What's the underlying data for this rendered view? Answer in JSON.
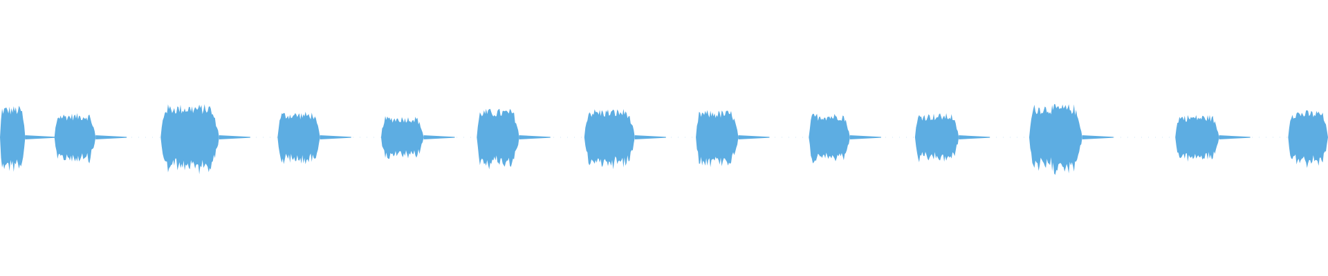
{
  "waveform": {
    "color": "#5dade2",
    "background": "#ffffff",
    "segments": [
      {
        "start": 0.0,
        "end": 0.019,
        "amplitude": 0.21
      },
      {
        "start": 0.041,
        "end": 0.072,
        "amplitude": 0.16
      },
      {
        "start": 0.121,
        "end": 0.165,
        "amplitude": 0.22
      },
      {
        "start": 0.209,
        "end": 0.241,
        "amplitude": 0.17
      },
      {
        "start": 0.287,
        "end": 0.319,
        "amplitude": 0.14
      },
      {
        "start": 0.359,
        "end": 0.391,
        "amplitude": 0.19
      },
      {
        "start": 0.44,
        "end": 0.478,
        "amplitude": 0.19
      },
      {
        "start": 0.524,
        "end": 0.556,
        "amplitude": 0.18
      },
      {
        "start": 0.609,
        "end": 0.64,
        "amplitude": 0.16
      },
      {
        "start": 0.689,
        "end": 0.722,
        "amplitude": 0.16
      },
      {
        "start": 0.775,
        "end": 0.815,
        "amplitude": 0.22
      },
      {
        "start": 0.885,
        "end": 0.918,
        "amplitude": 0.15
      },
      {
        "start": 0.97,
        "end": 1.0,
        "amplitude": 0.18
      }
    ]
  }
}
